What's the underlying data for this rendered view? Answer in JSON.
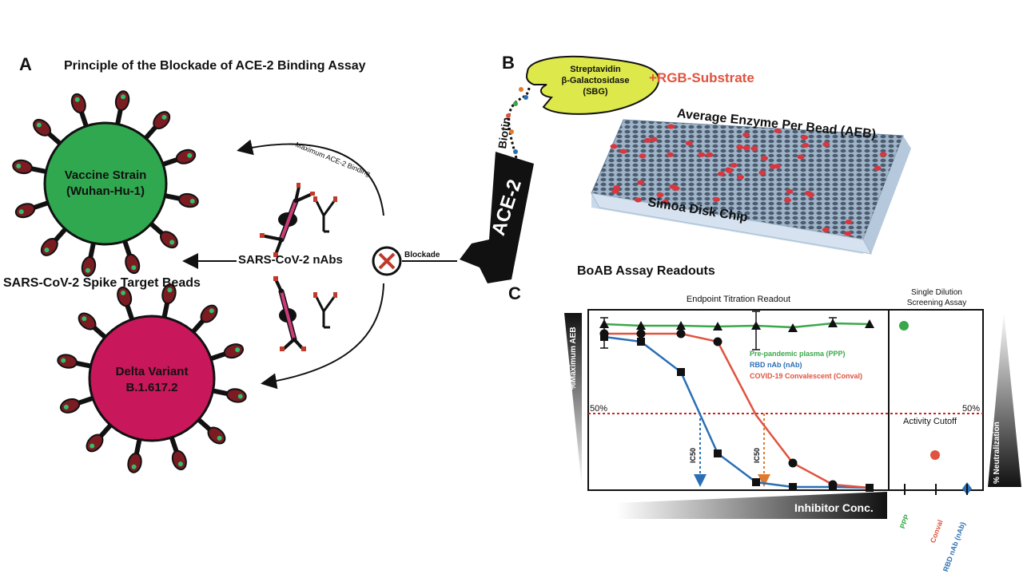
{
  "panel_a": {
    "letter": "A",
    "title": "Principle of the Blockade of ACE-2 Binding Assay",
    "vaccine_bead": {
      "line1": "Vaccine Strain",
      "line2": "(Wuhan-Hu-1)",
      "color": "#2fa84f"
    },
    "delta_bead": {
      "line1": "Delta Variant",
      "line2": "B.1.617.2",
      "color": "#c8175a"
    },
    "nabs_label": "SARS-CoV-2 nAbs",
    "max_binding_label": "Maximum ACE-2 Binding",
    "blockade_label": "Blockade",
    "beads_caption": "SARS-CoV-2 Spike Target Beads"
  },
  "panel_b": {
    "letter": "B",
    "sbg": {
      "line1": "Streptavidin",
      "line2": "β-Galactosidase",
      "line3": "(SBG)",
      "color": "#dde84a"
    },
    "substrate": "+RGB-Substrate",
    "biotin": "Biotin",
    "ace2": "ACE-2",
    "aeb": "Average Enzyme Per Bead (AEB)",
    "chip": "Simoa Disk Chip"
  },
  "panel_c": {
    "letter": "C",
    "title": "BoAB Assay Readouts",
    "left_title": "Endpoint Titration Readout",
    "right_title_line1": "Single Dilution",
    "right_title_line2": "Screening Assay",
    "y_left": "%Maximum AEB",
    "y_right": "% Neutralization",
    "x_label": "Inhibitor Conc.",
    "fifty_left": "50%",
    "fifty_right": "50%",
    "activity_cutoff": "Activity Cutoff",
    "ic50_a": "IC50",
    "ic50_b": "IC50",
    "legend": [
      {
        "label": "Pre-pandemic plasma (PPP)",
        "color": "#3aa84a"
      },
      {
        "label": "RBD nAb (nAb)",
        "color": "#2a6fb5"
      },
      {
        "label": "COVID-19 Convalescent (Conval)",
        "color": "#e0533f"
      }
    ],
    "categories": [
      {
        "label": "PPP",
        "color": "#3aa84a"
      },
      {
        "label": "Conval",
        "color": "#e0533f"
      },
      {
        "label": "RBD nAb (nAb)",
        "color": "#2a6fb5"
      }
    ]
  }
}
